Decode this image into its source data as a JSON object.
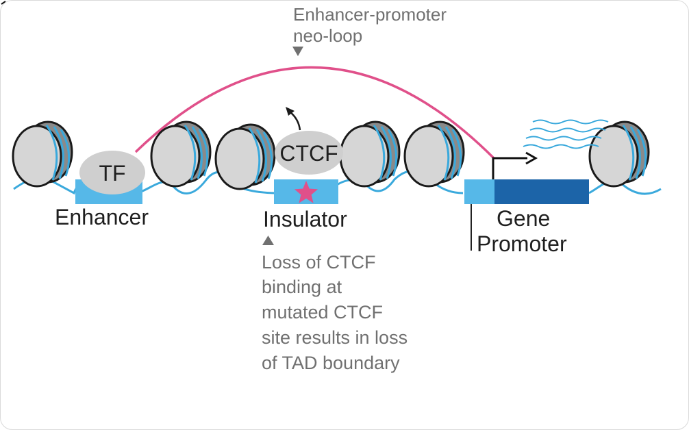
{
  "labels": {
    "neo_loop": [
      "Enhancer-promoter",
      "neo-loop"
    ],
    "tf": "TF",
    "ctcf": "CTCF",
    "enhancer": "Enhancer",
    "insulator": "Insulator",
    "gene": "Gene",
    "promoter": "Promoter",
    "loss_note": [
      "Loss of CTCF",
      "binding at",
      "mutated CTCF",
      "site results in loss",
      "of TAD boundary"
    ]
  },
  "colors": {
    "dna_strand": "#3aa9dc",
    "loop_arc": "#e0508a",
    "star": "#e0508a",
    "region_light_blue": "#56b8e8",
    "gene_body_dark_blue": "#1c64a8",
    "protein_grey": "#cfcfcf",
    "nucleosome_face": "#d6d6d6",
    "nucleosome_side": "#8a8a8a",
    "annotation_grey": "#707070",
    "label_dark": "#1f1f1f"
  }
}
